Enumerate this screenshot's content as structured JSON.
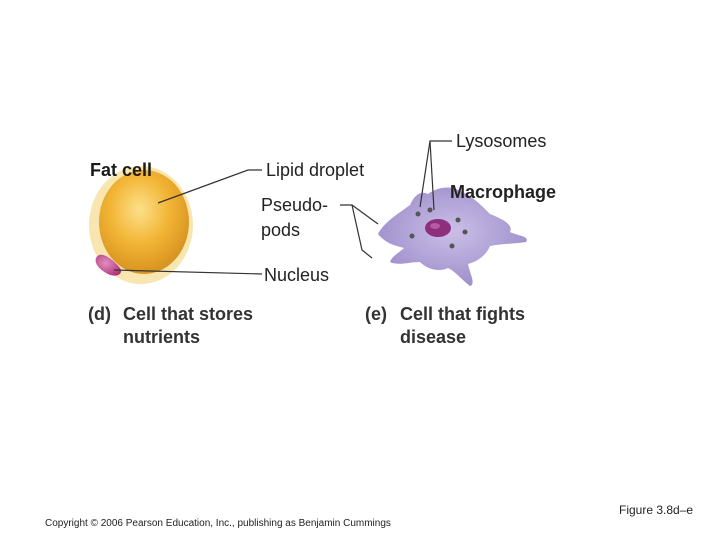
{
  "fat_cell": {
    "title": "Fat cell",
    "callouts": {
      "lipid_droplet": "Lipid droplet",
      "nucleus": "Nucleus"
    },
    "caption": {
      "letter": "(d)",
      "line1": "Cell that stores",
      "line2": "nutrients"
    }
  },
  "macrophage": {
    "title": "Macrophage",
    "callouts": {
      "lysosomes": "Lysosomes",
      "pseudopods_line1": "Pseudo-",
      "pseudopods_line2": "pods"
    },
    "caption": {
      "letter": "(e)",
      "line1": "Cell that fights",
      "line2": "disease"
    }
  },
  "footer": {
    "copyright": "Copyright © 2006 Pearson Education, Inc., publishing as Benjamin Cummings",
    "figure_ref": "Figure 3.8d–e"
  },
  "colors": {
    "fat_cell_fill": "#f2b535",
    "fat_cell_rim": "#f7e6b0",
    "nucleus_fill": "#c7478f",
    "macrophage_fill": "#a99bd3",
    "macrophage_nucleus": "#8e2f7e",
    "leader_line": "#333333"
  }
}
